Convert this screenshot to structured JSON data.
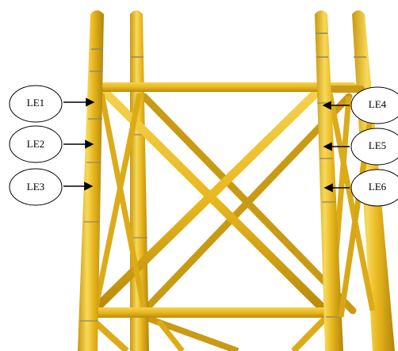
{
  "colors": {
    "steel": "#e8b71e",
    "steel_light": "#f7d95a",
    "steel_dark": "#b98a0c",
    "ring": "#9a8f7a",
    "label_stroke": "#000000",
    "arrow": "#000000"
  },
  "labels": {
    "le1": "LE1",
    "le2": "LE2",
    "le3": "LE3",
    "le4": "LE4",
    "le5": "LE5",
    "le6": "LE6"
  }
}
